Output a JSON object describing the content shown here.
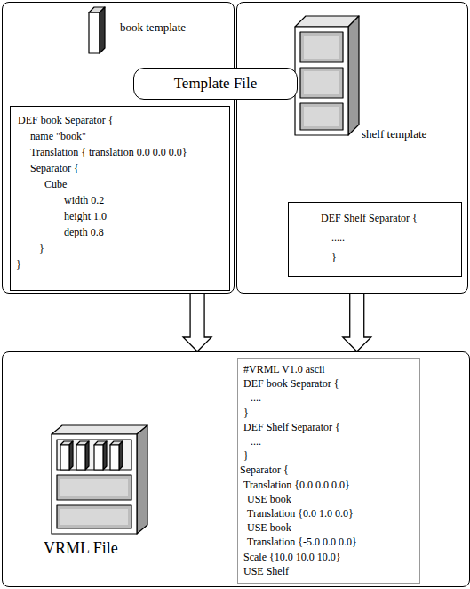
{
  "diagram": {
    "nodes": [
      {
        "text": [
          "book template"
        ]
      },
      {
        "text": [
          "DEF book Separator {",
          "name \"book\"",
          "Translation { translation 0.0 0.0 0.0}",
          "Separator {",
          "Cube",
          "width 0.2",
          "height 1.0",
          "depth 0.8",
          "}",
          "}"
        ],
        "in": 0
      },
      {
        "text": [
          "Template File"
        ]
      },
      {
        "text": [
          "shelf template"
        ]
      },
      {
        "text": [
          "DEF Shelf  Separator {",
          ".....",
          "}"
        ],
        "in": 3
      },
      {
        "text": [
          "VRML File"
        ]
      },
      {
        "text": [
          "#VRML V1.0 ascii",
          "DEF book Separator {",
          "....",
          "}",
          "DEF Shelf Separator {",
          "....",
          "}",
          "Separator {",
          "Translation {0.0 0.0 0.0}",
          "USE book",
          "Translation {0.0 1.0 0.0}",
          "USE book",
          "Translation {-5.0 0.0 0.0}",
          "Scale {10.0 10.0 10.0}",
          "USE Shelf"
        ],
        "in": 5
      }
    ],
    "edges": [
      {
        "from": 0,
        "to": 5,
        "arrow": "to"
      },
      {
        "from": 3,
        "to": 5,
        "arrow": "to"
      }
    ]
  }
}
